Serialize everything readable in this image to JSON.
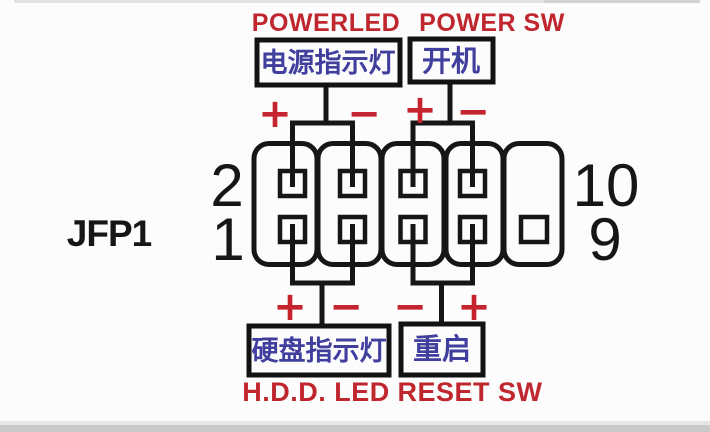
{
  "connector": {
    "name": "JFP1",
    "pin_numbers": {
      "top_left": "2",
      "bottom_left": "1",
      "top_right": "10",
      "bottom_right": "9"
    }
  },
  "top_connectors": {
    "power_led": {
      "name": "POWERLED",
      "name_cn": "电源指示灯",
      "left_sign": "+",
      "right_sign": "−"
    },
    "power_sw": {
      "name": "POWER SW",
      "name_cn": "开机",
      "left_sign": "+",
      "right_sign": "−"
    }
  },
  "bottom_connectors": {
    "hdd_led": {
      "name": "H.D.D. LED",
      "name_cn": "硬盘指示灯",
      "left_sign": "+",
      "right_sign": "−"
    },
    "reset_sw": {
      "name": "RESET SW",
      "name_cn": "重启",
      "left_sign": "−",
      "right_sign": "+"
    }
  },
  "colors": {
    "label_red": "#c0262e",
    "label_blue": "#403f9e",
    "line_black": "#161616",
    "background": "#fcfcfc"
  }
}
